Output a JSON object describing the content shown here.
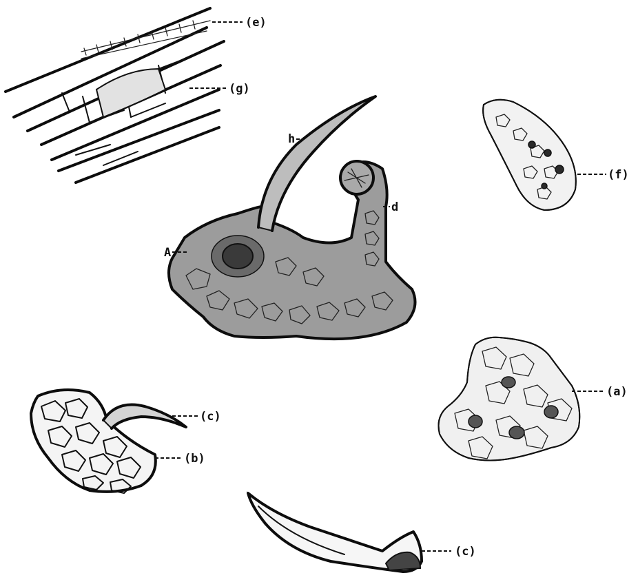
{
  "labels": {
    "e": "(e)",
    "g": "(g)",
    "h": "h",
    "d": "d",
    "A": "A",
    "f": "(f)",
    "a": "(a)",
    "c_upper": "(c)",
    "b": "(b)",
    "c_lower": "(c)"
  }
}
